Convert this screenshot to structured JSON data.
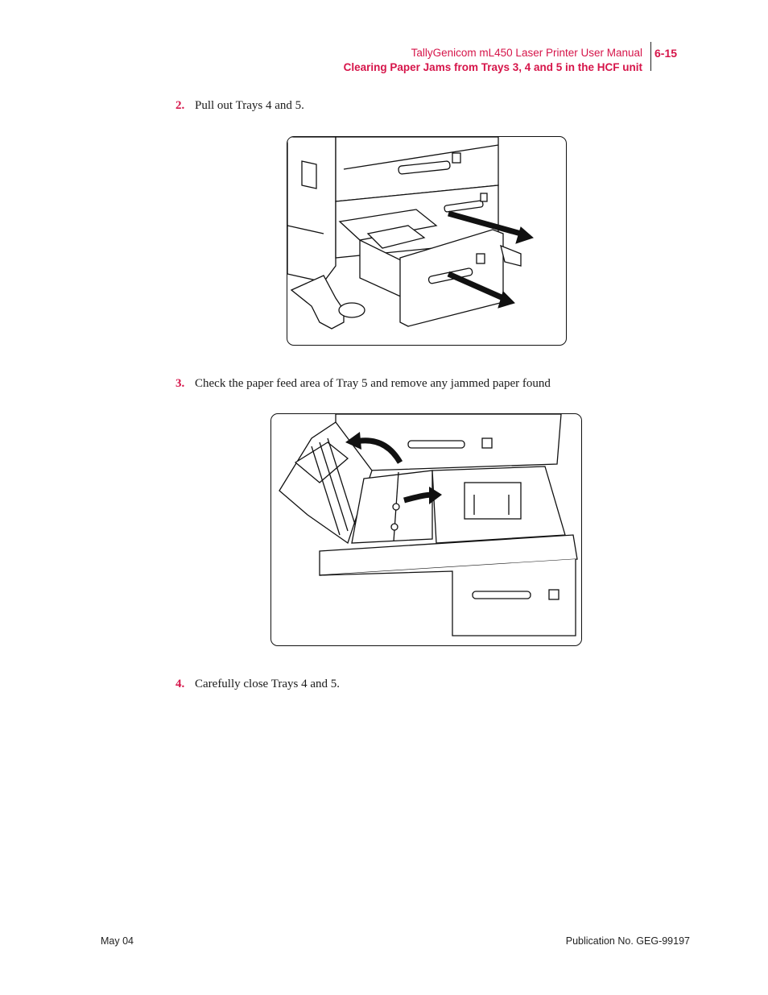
{
  "header": {
    "manual_title": "TallyGenicom mL450 Laser Printer User Manual",
    "section_title": "Clearing Paper Jams from Trays 3, 4 and 5 in the HCF unit",
    "page_number": "6-15"
  },
  "steps": [
    {
      "number": "2.",
      "text": "Pull out Trays 4 and 5."
    },
    {
      "number": "3.",
      "text": "Check the paper feed area of Tray 5 and remove any jammed paper found"
    },
    {
      "number": "4.",
      "text": "Carefully close Trays 4 and 5."
    }
  ],
  "footer": {
    "date": "May 04",
    "publication": "Publication No. GEG-99197"
  }
}
